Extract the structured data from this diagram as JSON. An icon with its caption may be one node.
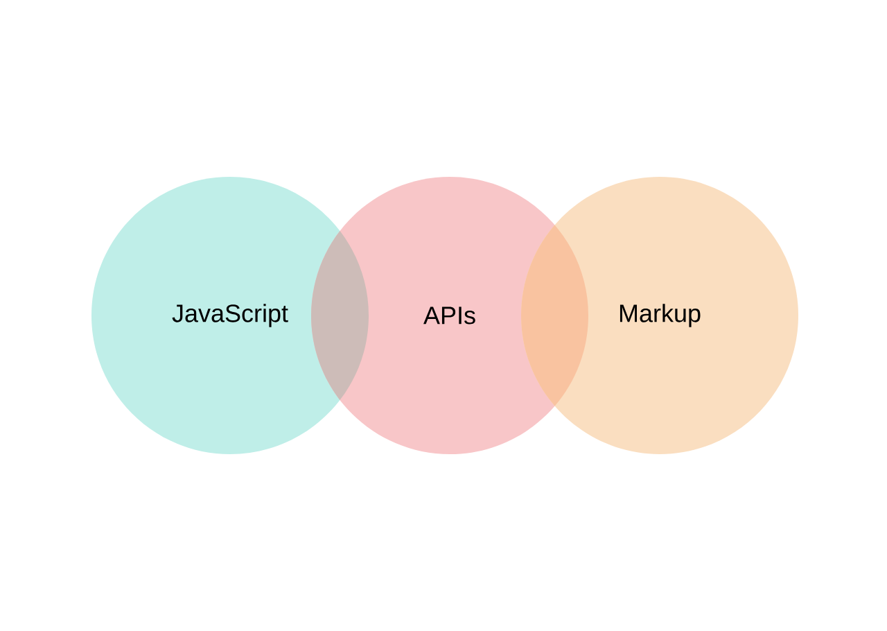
{
  "diagram": {
    "nodes": [
      {
        "text": [
          "JavaScript"
        ]
      },
      {
        "text": [
          "APIs"
        ]
      },
      {
        "text": [
          "Markup"
        ]
      }
    ]
  }
}
